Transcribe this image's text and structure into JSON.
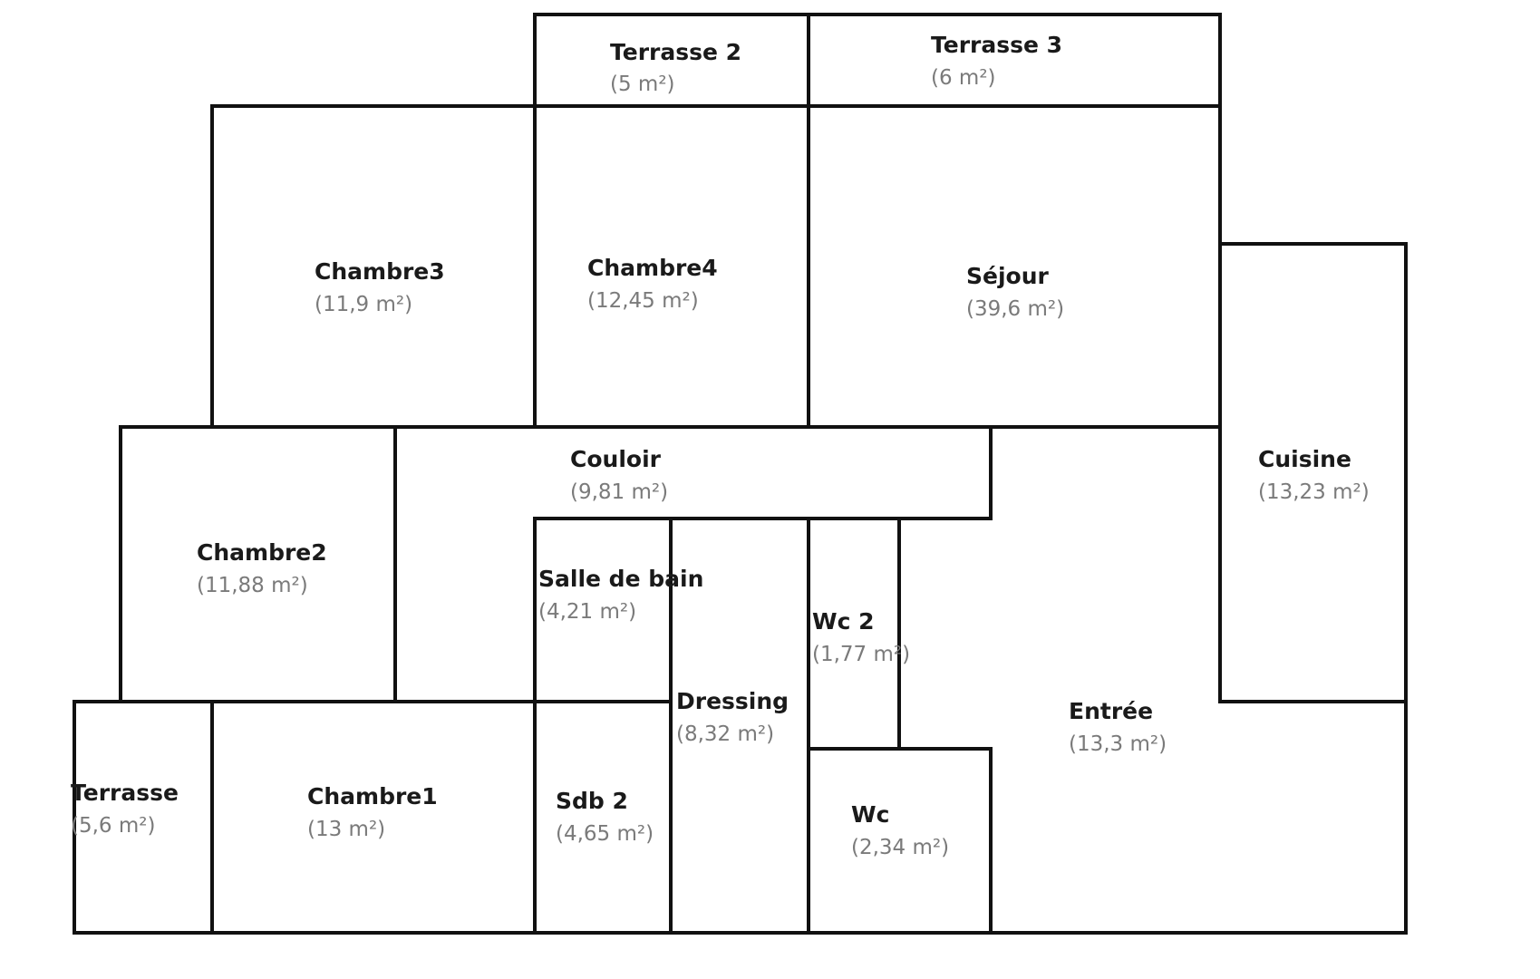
{
  "plan": {
    "rooms": [
      {
        "id": "terrasse-2",
        "name": "Terrasse 2",
        "area": "(5 m²)"
      },
      {
        "id": "terrasse-3",
        "name": "Terrasse 3",
        "area": "(6 m²)"
      },
      {
        "id": "chambre3",
        "name": "Chambre3",
        "area": "(11,9 m²)"
      },
      {
        "id": "chambre4",
        "name": "Chambre4",
        "area": "(12,45 m²)"
      },
      {
        "id": "sejour",
        "name": "Séjour",
        "area": "(39,6 m²)"
      },
      {
        "id": "couloir",
        "name": "Couloir",
        "area": "(9,81 m²)"
      },
      {
        "id": "cuisine",
        "name": "Cuisine",
        "area": "(13,23 m²)"
      },
      {
        "id": "chambre2",
        "name": "Chambre2",
        "area": "(11,88 m²)"
      },
      {
        "id": "salle-de-bain",
        "name": "Salle de bain",
        "area": "(4,21 m²)"
      },
      {
        "id": "wc-2",
        "name": "Wc 2",
        "area": "(1,77 m²)"
      },
      {
        "id": "dressing",
        "name": "Dressing",
        "area": "(8,32 m²)"
      },
      {
        "id": "entree",
        "name": "Entrée",
        "area": "(13,3 m²)"
      },
      {
        "id": "terrasse",
        "name": "Terrasse",
        "area": "(5,6 m²)"
      },
      {
        "id": "chambre1",
        "name": "Chambre1",
        "area": "(13 m²)"
      },
      {
        "id": "sdb-2",
        "name": "Sdb 2",
        "area": "(4,65 m²)"
      },
      {
        "id": "wc",
        "name": "Wc",
        "area": "(2,34 m²)"
      }
    ]
  }
}
